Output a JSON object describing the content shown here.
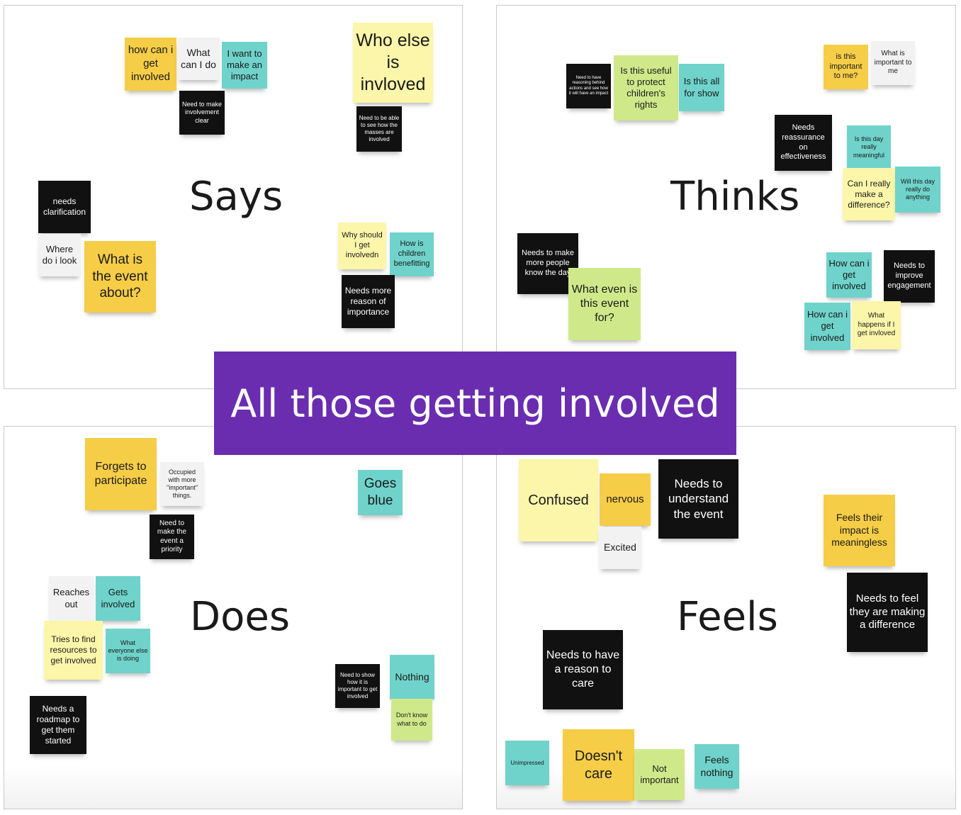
{
  "banner": "All those getting involved",
  "quadrants": [
    {
      "id": "says",
      "label": "Says"
    },
    {
      "id": "thinks",
      "label": "Thinks"
    },
    {
      "id": "does",
      "label": "Does"
    },
    {
      "id": "feels",
      "label": "Feels"
    }
  ],
  "colors": {
    "yellow": "#f6cd47",
    "light_yellow": "#fbf6a9",
    "teal": "#6fd3cb",
    "black": "#111111",
    "white": "#f2f2f2",
    "lime": "#cfe98a",
    "banner": "#6a2db0"
  },
  "notes": [
    {
      "q": "says",
      "text": "how can i get involved",
      "color": "yellow"
    },
    {
      "q": "says",
      "text": "What can I do",
      "color": "white"
    },
    {
      "q": "says",
      "text": "I want to make an impact",
      "color": "teal"
    },
    {
      "q": "says",
      "text": "Need to make involvement clear",
      "color": "black"
    },
    {
      "q": "says",
      "text": "Who else is invloved",
      "color": "light_yellow"
    },
    {
      "q": "says",
      "text": "Need to be able to see how the masses are involved",
      "color": "black"
    },
    {
      "q": "says",
      "text": "needs clarification",
      "color": "black"
    },
    {
      "q": "says",
      "text": "Where do i look",
      "color": "white"
    },
    {
      "q": "says",
      "text": "What is the event about?",
      "color": "yellow"
    },
    {
      "q": "says",
      "text": "Why should I get involvedn",
      "color": "light_yellow"
    },
    {
      "q": "says",
      "text": "How is children benefitting",
      "color": "teal"
    },
    {
      "q": "says",
      "text": "Needs more reason of importance",
      "color": "black"
    },
    {
      "q": "thinks",
      "text": "Need to have reasoning behind actions and see how it will have an impact",
      "color": "black"
    },
    {
      "q": "thinks",
      "text": "Is this useful to protect children's rights",
      "color": "lime"
    },
    {
      "q": "thinks",
      "text": "Is this all for show",
      "color": "teal"
    },
    {
      "q": "thinks",
      "text": "is this important to me?",
      "color": "yellow"
    },
    {
      "q": "thinks",
      "text": "What is important to me",
      "color": "white"
    },
    {
      "q": "thinks",
      "text": "Needs reassurance on effectiveness",
      "color": "black"
    },
    {
      "q": "thinks",
      "text": "Is this day really meaningful",
      "color": "teal"
    },
    {
      "q": "thinks",
      "text": "Can I really make a difference?",
      "color": "light_yellow"
    },
    {
      "q": "thinks",
      "text": "Will this day really do anything",
      "color": "teal"
    },
    {
      "q": "thinks",
      "text": "Needs to make more people know the day",
      "color": "black"
    },
    {
      "q": "thinks",
      "text": "What even is this event for?",
      "color": "lime"
    },
    {
      "q": "thinks",
      "text": "How can i get involved",
      "color": "teal"
    },
    {
      "q": "thinks",
      "text": "Needs to improve engagement",
      "color": "black"
    },
    {
      "q": "thinks",
      "text": "How can i get involved",
      "color": "teal"
    },
    {
      "q": "thinks",
      "text": "What happens if I get invloved",
      "color": "light_yellow"
    },
    {
      "q": "does",
      "text": "Forgets to participate",
      "color": "yellow"
    },
    {
      "q": "does",
      "text": "Occupied with more \"important\" things.",
      "color": "white"
    },
    {
      "q": "does",
      "text": "Need to make the event a priority",
      "color": "black"
    },
    {
      "q": "does",
      "text": "Goes blue",
      "color": "teal"
    },
    {
      "q": "does",
      "text": "Reaches out",
      "color": "white"
    },
    {
      "q": "does",
      "text": "Gets involved",
      "color": "teal"
    },
    {
      "q": "does",
      "text": "Tries to find resources to get involved",
      "color": "light_yellow"
    },
    {
      "q": "does",
      "text": "What everyone else is doing",
      "color": "teal"
    },
    {
      "q": "does",
      "text": "Needs a roadmap to get them started",
      "color": "black"
    },
    {
      "q": "does",
      "text": "Need to show how it is important to get involved",
      "color": "black"
    },
    {
      "q": "does",
      "text": "Nothing",
      "color": "teal"
    },
    {
      "q": "does",
      "text": "Don't know what to do",
      "color": "lime"
    },
    {
      "q": "feels",
      "text": "Confused",
      "color": "light_yellow"
    },
    {
      "q": "feels",
      "text": "nervous",
      "color": "yellow"
    },
    {
      "q": "feels",
      "text": "Excited",
      "color": "white"
    },
    {
      "q": "feels",
      "text": "Needs to understand the event",
      "color": "black"
    },
    {
      "q": "feels",
      "text": "Feels their impact is meaningless",
      "color": "yellow"
    },
    {
      "q": "feels",
      "text": "Needs to feel they are making a difference",
      "color": "black"
    },
    {
      "q": "feels",
      "text": "Needs to have a reason to care",
      "color": "black"
    },
    {
      "q": "feels",
      "text": "Unimpressed",
      "color": "teal"
    },
    {
      "q": "feels",
      "text": "Doesn't care",
      "color": "yellow"
    },
    {
      "q": "feels",
      "text": "Not important",
      "color": "lime"
    },
    {
      "q": "feels",
      "text": "Feels nothing",
      "color": "teal"
    }
  ]
}
